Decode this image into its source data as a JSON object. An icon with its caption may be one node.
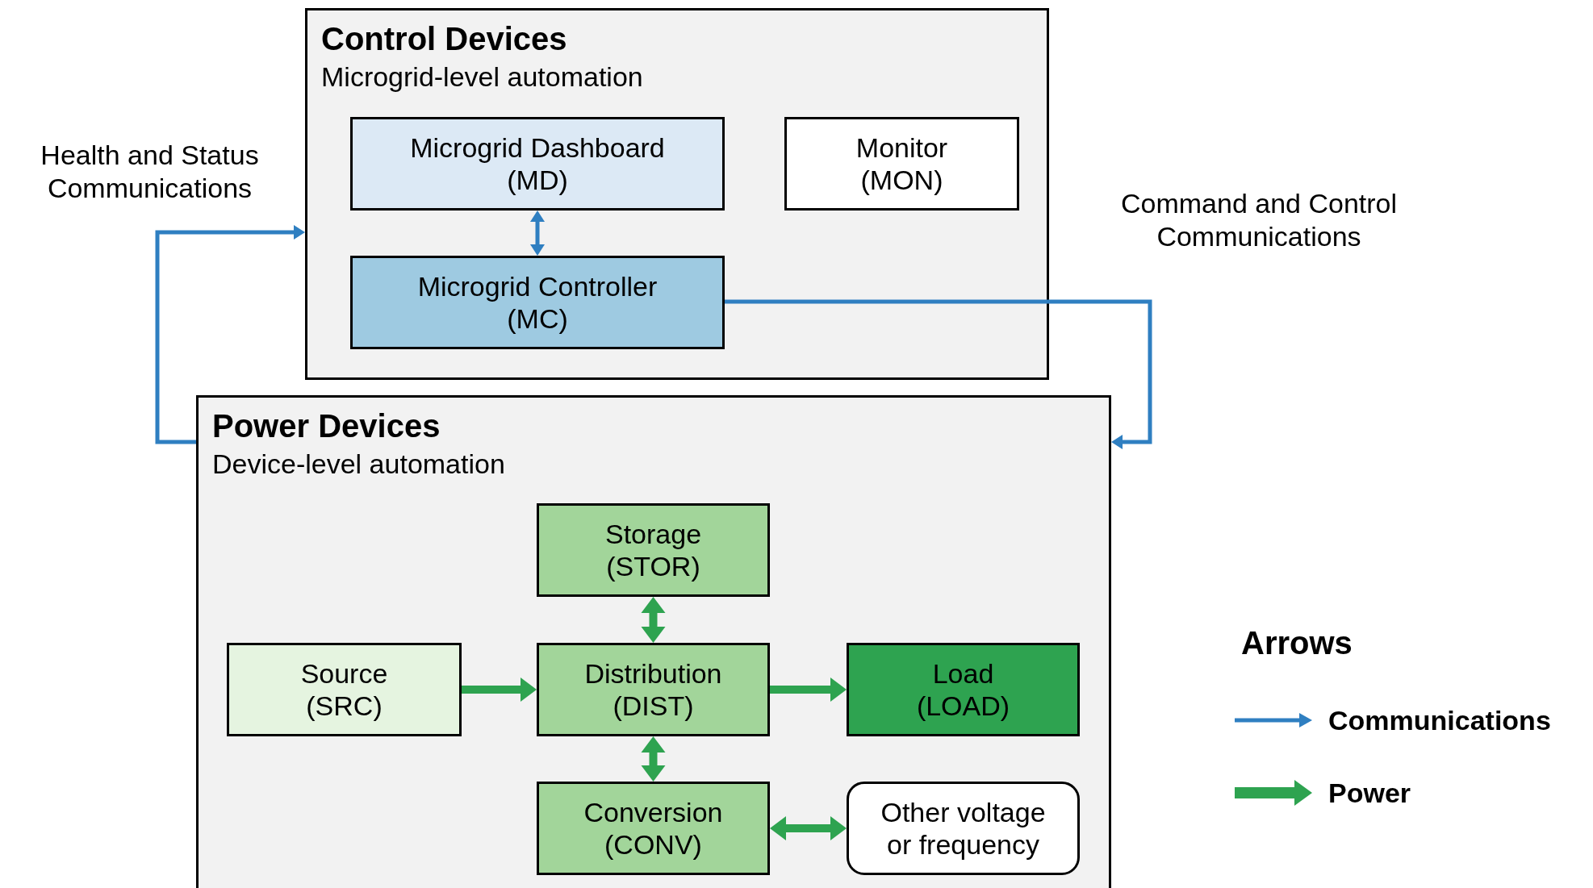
{
  "diagram": {
    "nodes": [
      {
        "text": [
          "Control Devices",
          "Microgrid-level automation"
        ]
      },
      {
        "text": [
          "Microgrid Dashboard (MD)"
        ],
        "in": 0
      },
      {
        "text": [
          "Monitor (MON)"
        ],
        "in": 0
      },
      {
        "text": [
          "Microgrid Controller (MC)"
        ],
        "in": 0
      },
      {
        "text": [
          "Power Devices",
          "Device-level automation"
        ]
      },
      {
        "text": [
          "Storage (STOR)"
        ],
        "in": 4
      },
      {
        "text": [
          "Source (SRC)"
        ],
        "in": 4
      },
      {
        "text": [
          "Distribution (DIST)"
        ],
        "in": 4
      },
      {
        "text": [
          "Load (LOAD)"
        ],
        "in": 4
      },
      {
        "text": [
          "Conversion (CONV)"
        ],
        "in": 4
      },
      {
        "text": [
          "Other voltage or frequency"
        ],
        "in": 4
      }
    ],
    "edges": [
      {
        "from": 4,
        "to": 0,
        "arrow": "to",
        "label": "Health and Status Communications",
        "color": "#2f7fc1"
      },
      {
        "from": 3,
        "to": 4,
        "arrow": "to",
        "label": "Command and Control Communications",
        "color": "#2f7fc1"
      },
      {
        "from": 1,
        "to": 3,
        "arrow": "both",
        "color": "#2f7fc1"
      },
      {
        "from": 5,
        "to": 7,
        "arrow": "both"
      },
      {
        "from": 6,
        "to": 7,
        "arrow": "to"
      },
      {
        "from": 7,
        "to": 8,
        "arrow": "to"
      },
      {
        "from": 7,
        "to": 9,
        "arrow": "both"
      },
      {
        "from": 9,
        "to": 10,
        "arrow": "both"
      }
    ],
    "labels": [
      "Arrows"
    ],
    "legend": [
      {
        "text": "Communications"
      },
      {
        "text": "Power"
      }
    ]
  }
}
